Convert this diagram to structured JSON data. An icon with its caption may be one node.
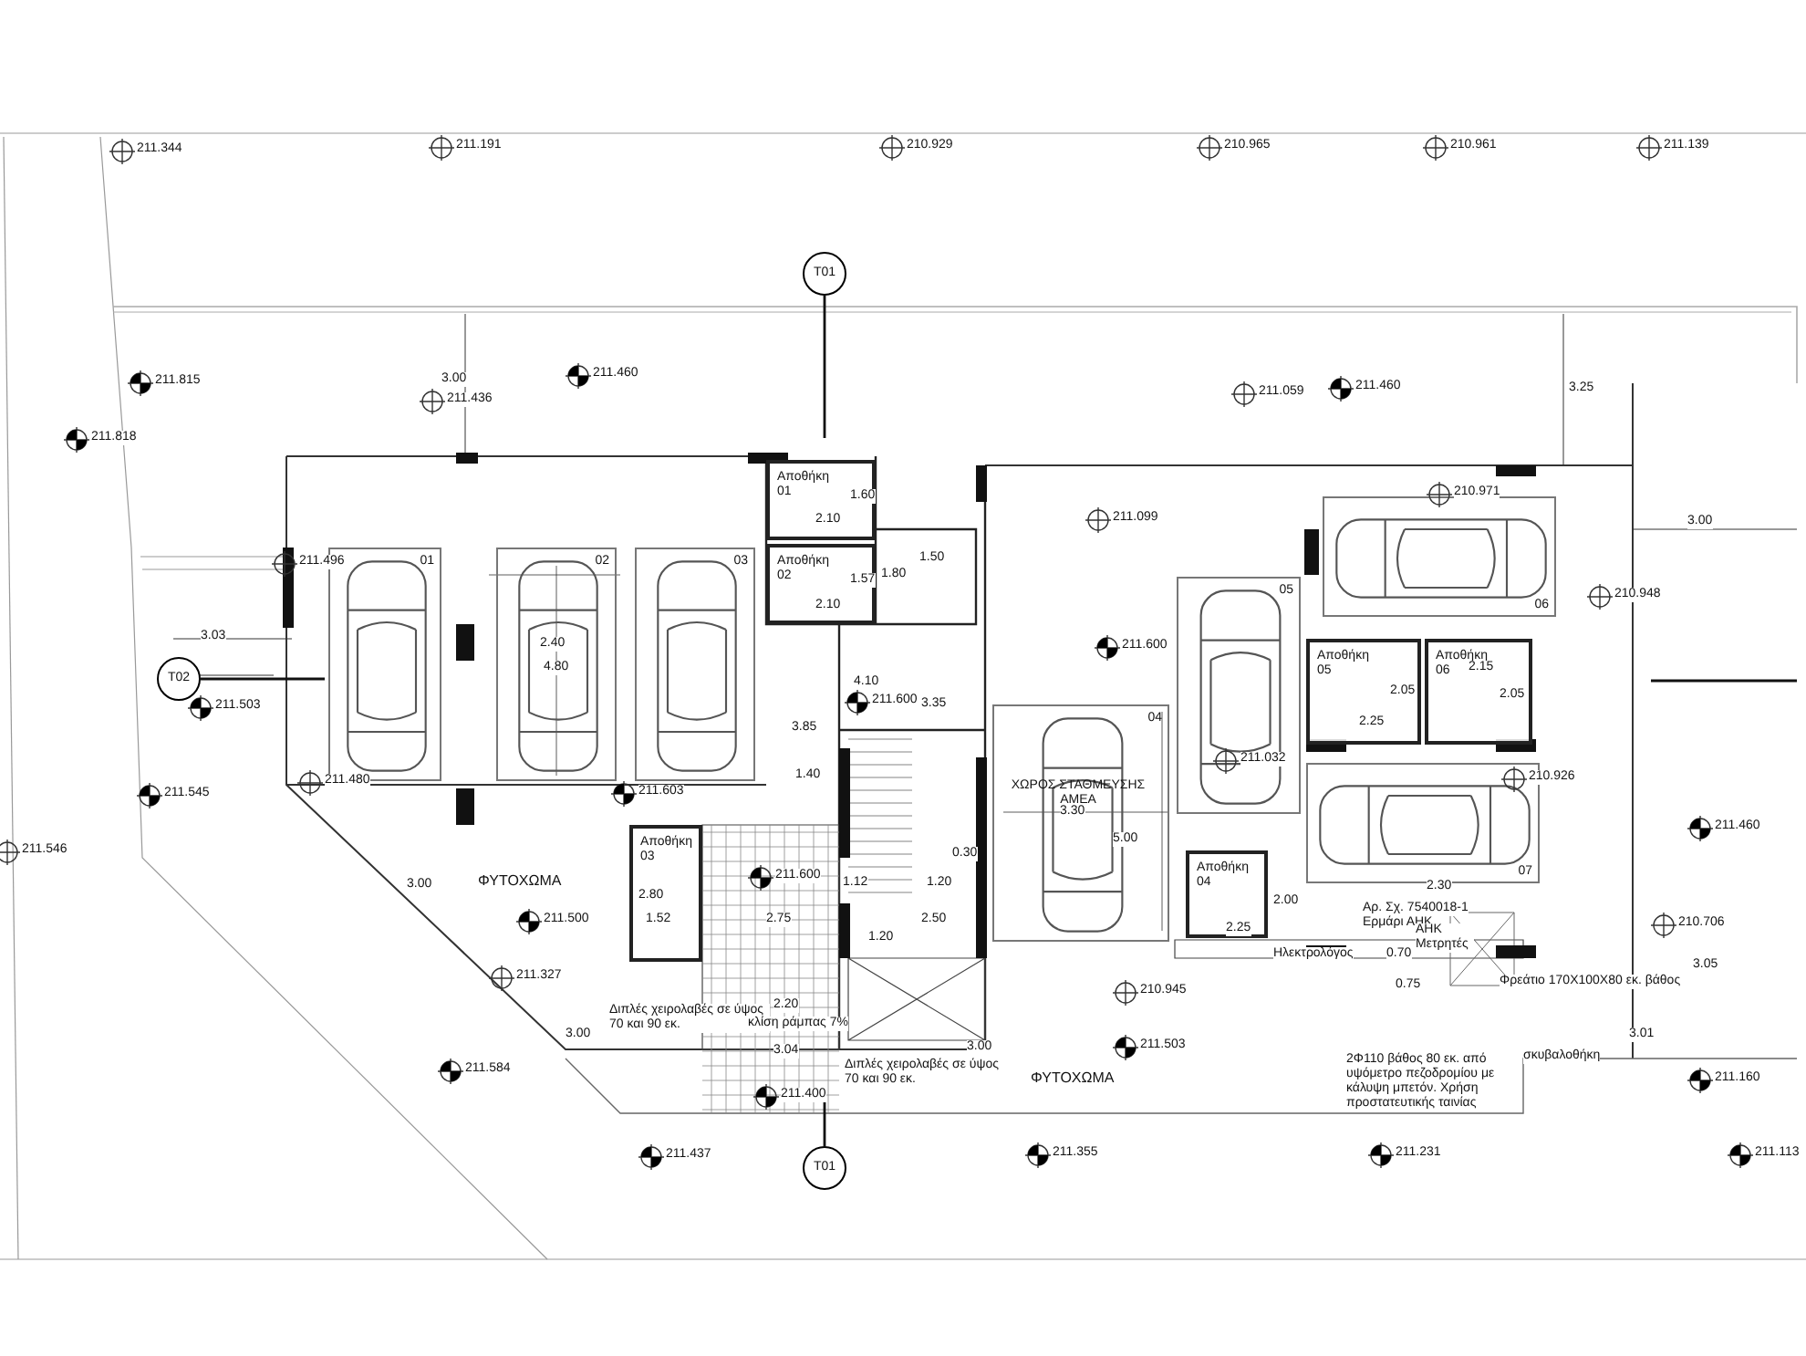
{
  "diagram": {
    "nodes": [
      {
        "text": [
          "Αποθήκη 01"
        ]
      },
      {
        "text": [
          "Αποθήκη 02"
        ]
      },
      {
        "text": [
          "Αποθήκη 03"
        ]
      },
      {
        "text": [
          "Αποθήκη 04"
        ]
      },
      {
        "text": [
          "Αποθήκη 05"
        ]
      },
      {
        "text": [
          "Αποθήκη 06"
        ]
      },
      {
        "text": [
          "01"
        ]
      },
      {
        "text": [
          "02"
        ]
      },
      {
        "text": [
          "03"
        ]
      },
      {
        "text": [
          "04",
          "ΧΩΡΟΣ ΣΤΑΘΜΕΥΣΗΣ ΑΜΕΑ"
        ]
      },
      {
        "text": [
          "05"
        ]
      },
      {
        "text": [
          "06"
        ]
      },
      {
        "text": [
          "07"
        ]
      },
      {
        "text": [
          "T01"
        ]
      },
      {
        "text": [
          "T02"
        ]
      },
      {
        "text": [
          "T01"
        ]
      }
    ],
    "labels": [
      "211.344",
      "211.191",
      "210.929",
      "210.965",
      "210.961",
      "211.139",
      "3.00",
      "211.815",
      "211.460",
      "211.436",
      "211.059",
      "211.460",
      "3.25",
      "211.818",
      "3.00",
      "211.099",
      "210.971",
      "211.496",
      "1.60",
      "2.10",
      "1.57",
      "2.10",
      "1.80",
      "1.50",
      "210.948",
      "3.03",
      "2.40",
      "4.80",
      "211.600",
      "4.10",
      "211.600",
      "211.503",
      "3.85",
      "3.35",
      "2.05",
      "2.25",
      "2.15",
      "2.05",
      "211.032",
      "1.40",
      "3.30",
      "5.00",
      "210.926",
      "211.480",
      "211.603",
      "211.545",
      "211.460",
      "211.546",
      "0.30",
      "2.80",
      "211.600",
      "1.12",
      "1.20",
      "3.00",
      "ΦΥΤΟΧΩΜΑ",
      "2.30",
      "2.00",
      "Αρ. Σχ. 7540018-1",
      "Ερμάρι ΑΗΚ",
      "1.52",
      "2.75",
      "211.500",
      "2.50",
      "2.25",
      "210.706",
      "1.20",
      "Ηλεκτρολόγος",
      "0.70",
      "ΑΗΚ Μετρητές",
      "3.05",
      "211.327",
      "0.75",
      "Φρεάτιο 170Χ100Χ80 εκ. βάθος",
      "210.945",
      "Διπλές χειρολαβές σε ύψος 70 και 90 εκ.",
      "2.20",
      "κλίση ράμπας 7%",
      "3.00",
      "3.01",
      "3.04",
      "3.00",
      "211.503",
      "σκυβαλοθήκη",
      "Διπλές χειρολαβές σε ύψος 70 και 90 εκ.",
      "211.584",
      "ΦΥΤΟΧΩΜΑ",
      "2Φ110 βάθος 80 εκ. από υψόμετρο πεζοδρομίου με κάλυψη μπετόν. Χρήση προστατευτικής ταινίας",
      "211.160",
      "211.400",
      "211.437",
      "211.355",
      "211.231",
      "211.113"
    ]
  }
}
